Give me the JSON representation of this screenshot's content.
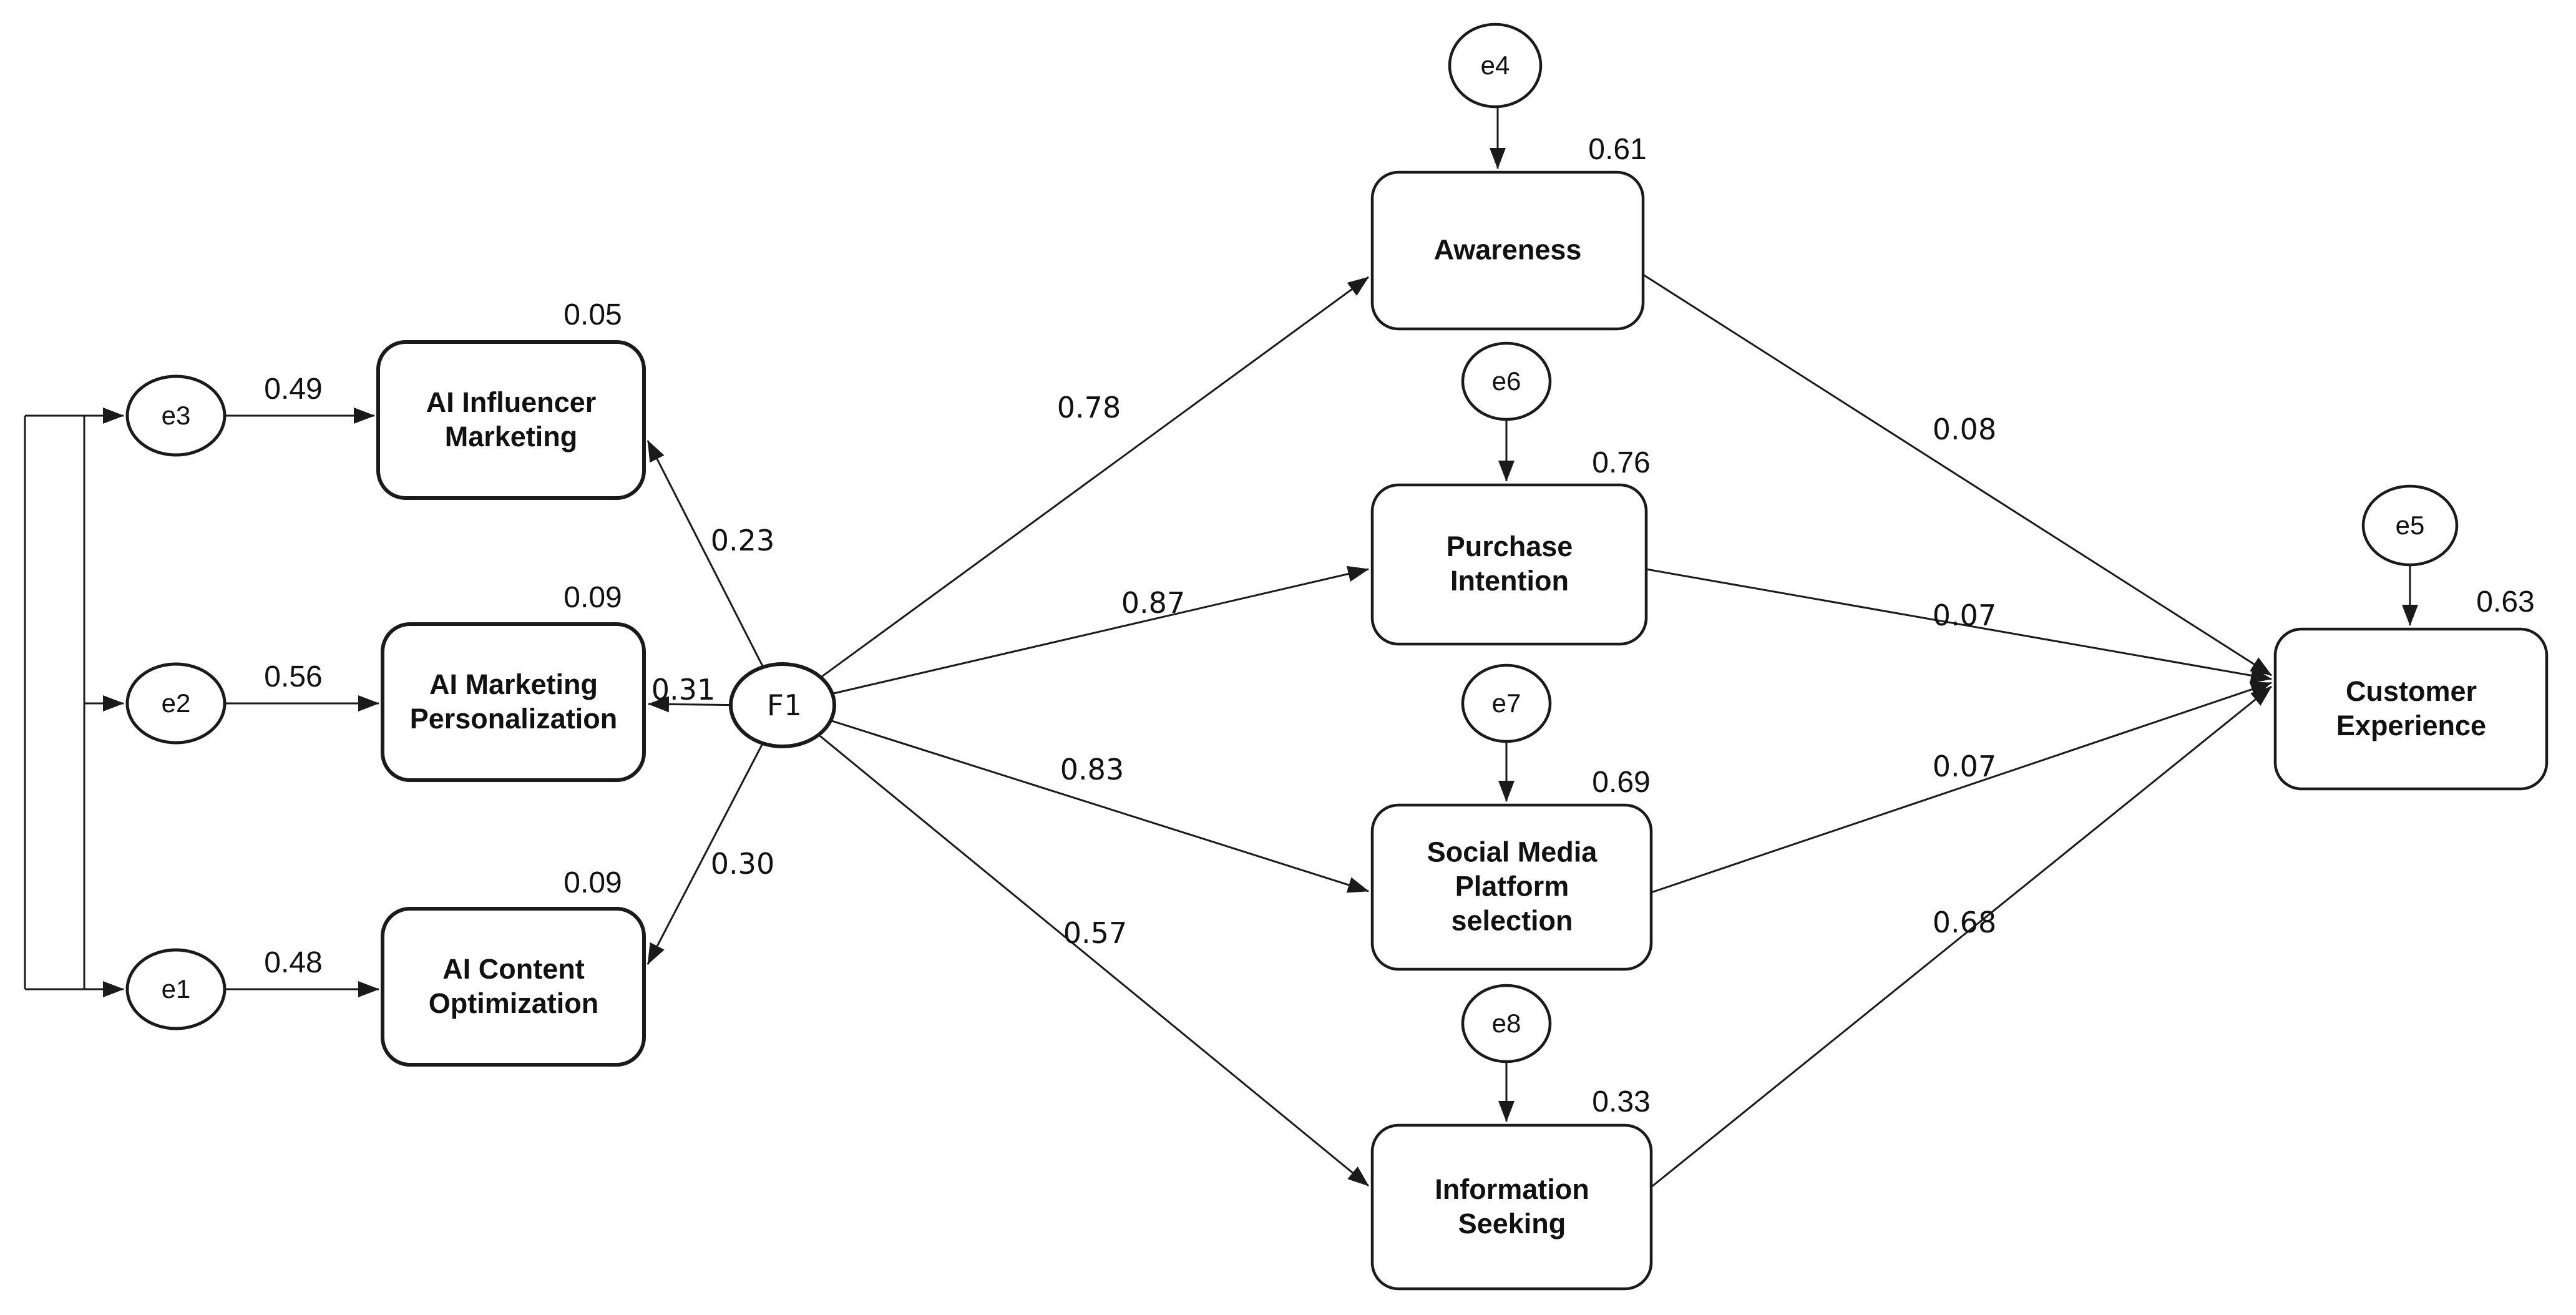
{
  "colors": {
    "line": "#1a1a1a",
    "node_fill": "#ffffff",
    "text": "#111111",
    "background": "#ffffff"
  },
  "nodes": {
    "f1": {
      "label": "F1"
    },
    "e1": {
      "label": "e1"
    },
    "e2": {
      "label": "e2"
    },
    "e3": {
      "label": "e3"
    },
    "e4": {
      "label": "e4"
    },
    "e5": {
      "label": "e5"
    },
    "e6": {
      "label": "e6"
    },
    "e7": {
      "label": "e7"
    },
    "e8": {
      "label": "e8"
    },
    "ai_influencer_marketing": {
      "label": "AI Influencer Marketing",
      "value": "0.05"
    },
    "ai_marketing_personalization": {
      "label": "AI Marketing Personalization",
      "value": "0.09"
    },
    "ai_content_optimization": {
      "label": "AI Content Optimization",
      "value": "0.09"
    },
    "awareness": {
      "label": "Awareness",
      "value": "0.61"
    },
    "purchase_intention": {
      "label": "Purchase Intention",
      "value": "0.76"
    },
    "social_media_platform_selection": {
      "label": "Social Media Platform selection",
      "value": "0.69"
    },
    "information_seeking": {
      "label": "Information Seeking",
      "value": "0.33"
    },
    "customer_experience": {
      "label": "Customer Experience",
      "value": "0.63"
    }
  },
  "edges": {
    "e3_to_ai_influencer_marketing": "0.49",
    "e2_to_ai_marketing_personalization": "0.56",
    "e1_to_ai_content_optimization": "0.48",
    "f1_to_ai_influencer_marketing": "0.23",
    "f1_to_ai_marketing_personalization": "0.31",
    "f1_to_ai_content_optimization": "0.30",
    "f1_to_awareness": "0.78",
    "f1_to_purchase_intention": "0.87",
    "f1_to_social_media_platform_selection": "0.83",
    "f1_to_information_seeking": "0.57",
    "awareness_to_customer_experience": "0.08",
    "purchase_intention_to_customer_experience": "0.07",
    "social_media_platform_selection_to_customer_experience": "0.07",
    "information_seeking_to_customer_experience": "0.68"
  }
}
